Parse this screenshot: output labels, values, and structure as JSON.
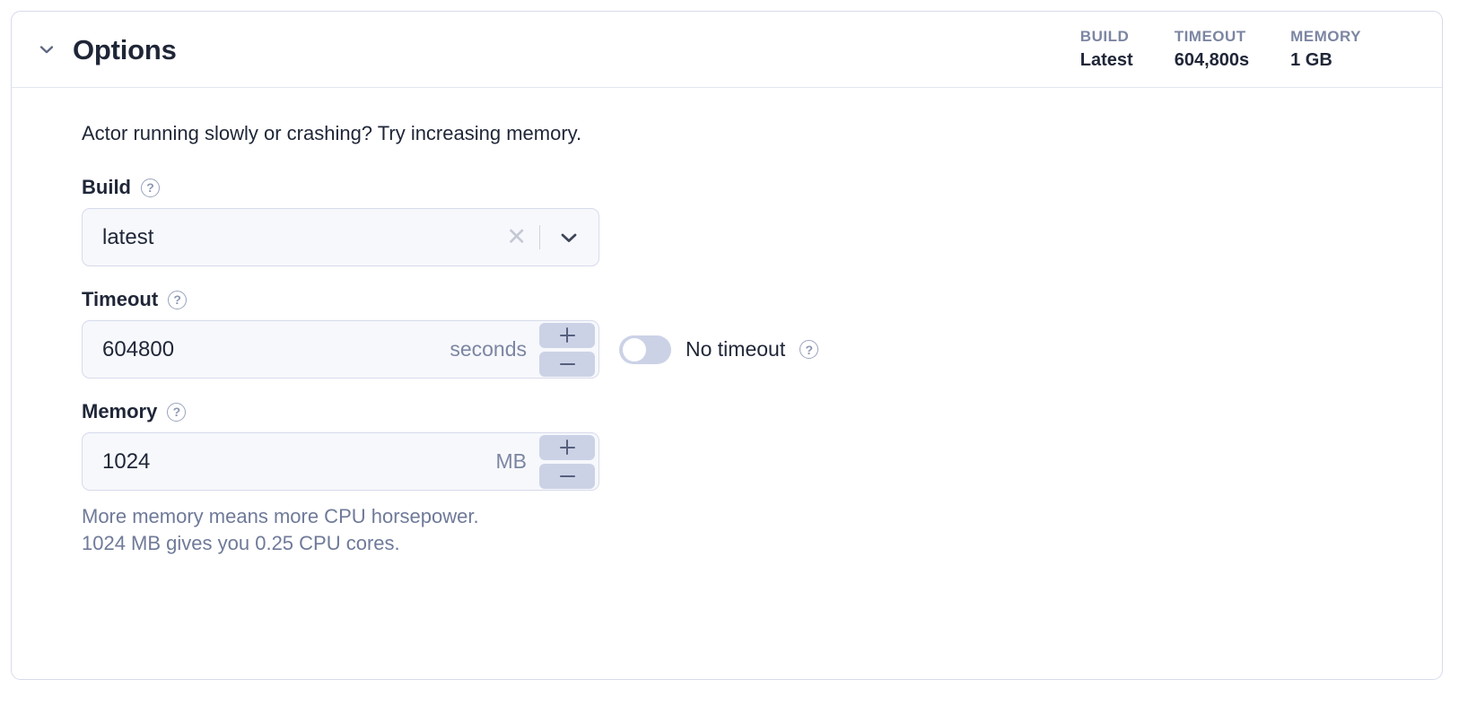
{
  "header": {
    "title": "Options",
    "collapse_icon": "chevron-down-icon",
    "stats": [
      {
        "label": "BUILD",
        "value": "Latest"
      },
      {
        "label": "TIMEOUT",
        "value": "604,800s"
      },
      {
        "label": "MEMORY",
        "value": "1 GB"
      }
    ]
  },
  "body": {
    "intro": "Actor running slowly or crashing? Try increasing memory.",
    "build": {
      "label": "Build",
      "help_icon": "question-mark-icon",
      "value": "latest",
      "clear_icon": "clear-x-icon",
      "dropdown_icon": "chevron-down-icon"
    },
    "timeout": {
      "label": "Timeout",
      "help_icon": "question-mark-icon",
      "value": "604800",
      "unit": "seconds",
      "increment_icon": "plus-icon",
      "decrement_icon": "minus-icon",
      "no_timeout_label": "No timeout",
      "no_timeout_state": "off",
      "no_timeout_help_icon": "question-mark-icon"
    },
    "memory": {
      "label": "Memory",
      "help_icon": "question-mark-icon",
      "value": "1024",
      "unit": "MB",
      "increment_icon": "plus-icon",
      "decrement_icon": "minus-icon",
      "hint_line1": "More memory means more CPU horsepower.",
      "hint_line2": "1024 MB gives you 0.25 CPU cores."
    }
  },
  "colors": {
    "card_border": "#d7dbeb",
    "text_primary": "#1f2637",
    "text_muted": "#7c86a2",
    "hint_text": "#6f7a99",
    "field_bg": "#f7f8fc",
    "control_accent": "#ccd2e6"
  }
}
